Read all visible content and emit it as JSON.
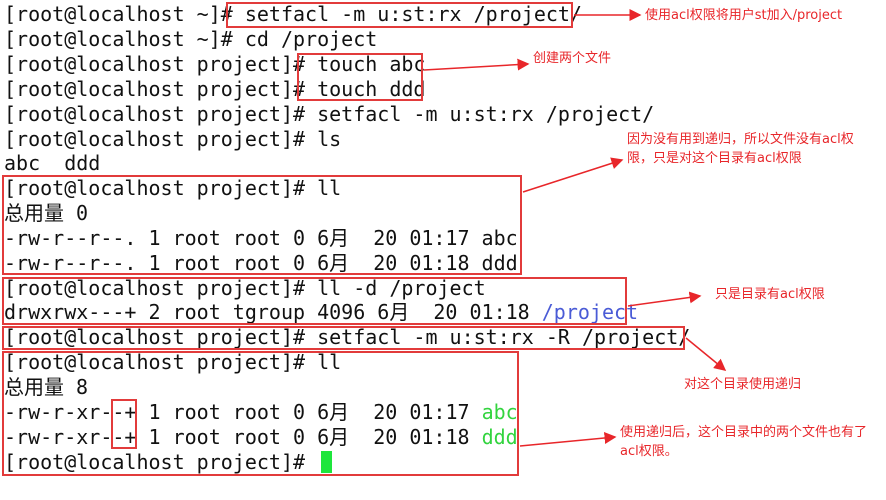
{
  "terminal": {
    "lines": [
      {
        "prompt": "[root@localhost ~]# ",
        "text": "setfacl -m u:st:rx /project/"
      },
      {
        "prompt": "[root@localhost ~]# ",
        "text": "cd /project"
      },
      {
        "prompt": "[root@localhost project]# ",
        "text": "touch abc"
      },
      {
        "prompt": "[root@localhost project]# ",
        "text": "touch ddd"
      },
      {
        "prompt": "[root@localhost project]# ",
        "text": "setfacl -m u:st:rx /project/"
      },
      {
        "prompt": "[root@localhost project]# ",
        "text": "ls"
      },
      {
        "text": "abc  ddd"
      },
      {
        "prompt": "[root@localhost project]# ",
        "text": "ll"
      },
      {
        "text": "总用量 0"
      },
      {
        "text": "-rw-r--r--. 1 root root 0 6月  20 01:17 abc"
      },
      {
        "text": "-rw-r--r--. 1 root root 0 6月  20 01:18 ddd"
      },
      {
        "prompt": "[root@localhost project]# ",
        "text": "ll -d /project"
      },
      {
        "text": "drwxrwx---+ 2 root tgroup 4096 6月  20 01:18 ",
        "colored": "/project"
      },
      {
        "prompt": "[root@localhost project]# ",
        "text": "setfacl -m u:st:rx -R /project/"
      },
      {
        "prompt": "[root@localhost project]# ",
        "text": "ll"
      },
      {
        "text": "总用量 8"
      },
      {
        "text": "-rw-r-xr--",
        "mark": "+",
        "rest": " 1 root root 0 6月  20 01:17 ",
        "colored": "abc"
      },
      {
        "text": "-rw-r-xr--",
        "mark": "+",
        "rest": " 1 root root 0 6月  20 01:18 ",
        "colored": "ddd"
      },
      {
        "prompt": "[root@localhost project]# ",
        "text": ""
      }
    ]
  },
  "annotations": [
    {
      "text": "使用acl权限将用户st加入/project"
    },
    {
      "text": "创建两个文件"
    },
    {
      "text": "因为没有用到递归，所以文件没有acl权限，只是对这个目录有acl权限"
    },
    {
      "text": "只是目录有acl权限"
    },
    {
      "text": "对这个目录使用递归"
    },
    {
      "text": "使用递归后，这个目录中的两个文件也有了acl权限。"
    }
  ],
  "colors": {
    "directory": "#4a5bd6",
    "file_acl": "#33d43f",
    "cursor": "#1ee63c",
    "annotation": "#e8262a",
    "text": "#111111"
  }
}
